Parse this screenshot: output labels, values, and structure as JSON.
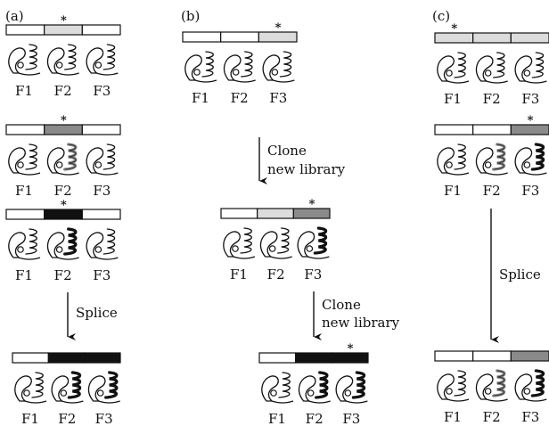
{
  "panels": [
    {
      "label": "(a)"
    },
    {
      "label": "(b)"
    },
    {
      "label": "(c)"
    }
  ],
  "finger_labels": [
    "F1",
    "F2",
    "F3"
  ],
  "star": "*",
  "arrows": {
    "a_splice": "Splice",
    "b_clone1_line1": "Clone",
    "b_clone1_line2": "new library",
    "b_clone2_line1": "Clone",
    "b_clone2_line2": "new library",
    "c_splice": "Splice"
  },
  "colors": {
    "white": "#ffffff",
    "light": "#dcdcdc",
    "grey": "#8a8a8a",
    "black": "#111111"
  }
}
